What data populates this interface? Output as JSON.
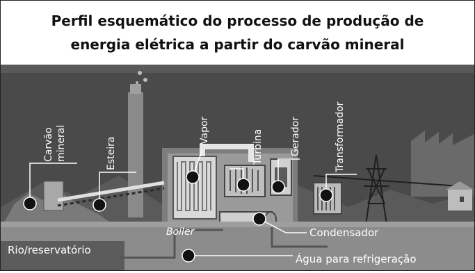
{
  "title": {
    "line1": "Perfil esquemático do processo de produção de",
    "line2": "energia elétrica a partir do carvão mineral"
  },
  "labels": {
    "carvao_line1": "Carvão",
    "carvao_line2": "mineral",
    "esteira": "Esteira",
    "vapor": "Vapor",
    "turbina": "Turbina",
    "gerador": "Gerador",
    "transformador": "Transformador",
    "boiler": "Boiler",
    "condensador": "Condensador",
    "rio": "Rio/reservatório",
    "agua": "Água para refrigeração"
  },
  "colors": {
    "background": "#4a4a4a",
    "ground": "#8c8c8c",
    "water": "#5c5c5c",
    "marker": "#111111",
    "text": "#ffffff"
  }
}
